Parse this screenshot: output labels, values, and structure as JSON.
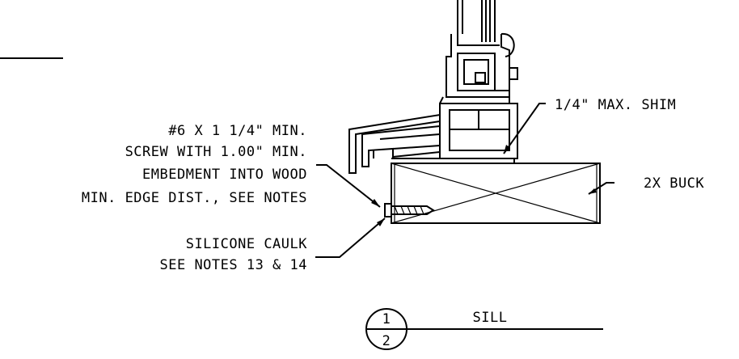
{
  "annotations": {
    "screw_line_1": "#6 X 1 1/4\" MIN.",
    "screw_line_2": "SCREW WITH 1.00\" MIN.",
    "screw_line_3": "EMBEDMENT INTO WOOD",
    "screw_line_4": "MIN. EDGE DIST., SEE NOTES",
    "shim": "1/4\" MAX. SHIM",
    "buck": "2X BUCK",
    "caulk_line_1": "SILICONE CAULK",
    "caulk_line_2": "SEE NOTES 13 & 14"
  },
  "detail_marker": {
    "number": "1",
    "sheet": "2",
    "title": "SILL"
  }
}
